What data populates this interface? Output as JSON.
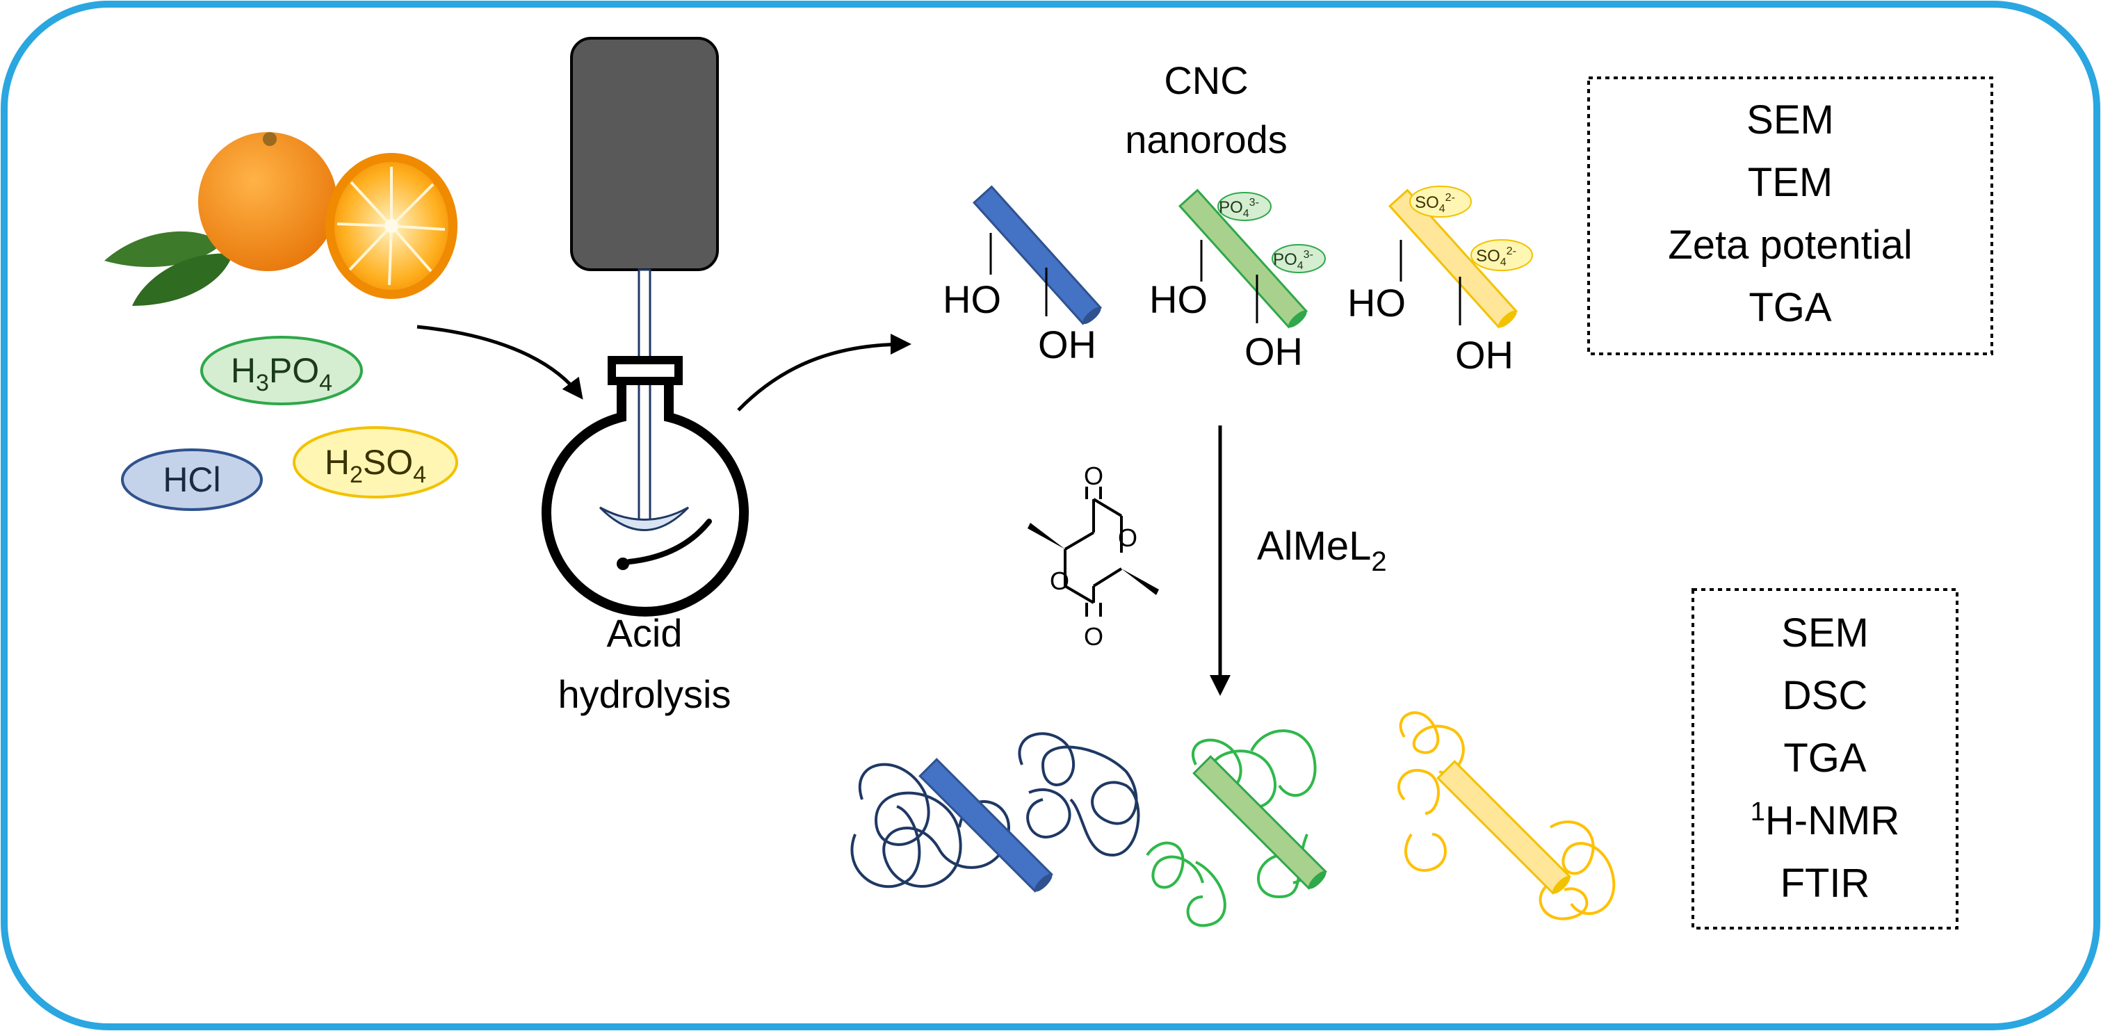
{
  "colors": {
    "frame": "#2aa6e0",
    "blue": "#4472c4",
    "blue_dark": "#2f528f",
    "navy_coil": "#1f3864",
    "green": "#a9d18e",
    "green_dark": "#2ea84a",
    "green_coil": "#2fb84a",
    "yellow": "#ffe699",
    "yellow_dark": "#f2c200",
    "yellow_coil": "#ffc000",
    "hcl_fill": "#c5d3ea",
    "hcl_stroke": "#2f528f",
    "h3po4_fill": "#d5edd0",
    "h3po4_stroke": "#2ea84a",
    "h2so4_fill": "#fff6b3",
    "h2so4_stroke": "#f2c200",
    "motor": "#595959",
    "orange": "#f39416",
    "leaf": "#3d7a2a"
  },
  "reagents": {
    "h3po4": {
      "main1": "H",
      "sub1": "3",
      "main2": "PO",
      "sub2": "4"
    },
    "hcl": {
      "label": "HCl"
    },
    "h2so4": {
      "main1": "H",
      "sub1": "2",
      "main2": "SO",
      "sub2": "4"
    }
  },
  "process": {
    "line1": "Acid",
    "line2": "hydrolysis"
  },
  "nanorods": {
    "title_line1": "CNC",
    "title_line2": "nanorods",
    "ho": "HO",
    "oh": "OH",
    "phosphate": {
      "main": "PO",
      "sub": "4",
      "sup": "3-"
    },
    "sulfate": {
      "main": "SO",
      "sub": "4",
      "sup": "2-"
    }
  },
  "reaction": {
    "catalyst_main": "AlMeL",
    "catalyst_sub": "2",
    "lactide_atom": "O"
  },
  "characterization_top": [
    "SEM",
    "TEM",
    "Zeta potential",
    "TGA"
  ],
  "characterization_bottom": {
    "items": [
      "SEM",
      "DSC",
      "TGA"
    ],
    "nmr_sup": "1",
    "nmr_main": "H-NMR",
    "ftir": "FTIR"
  }
}
